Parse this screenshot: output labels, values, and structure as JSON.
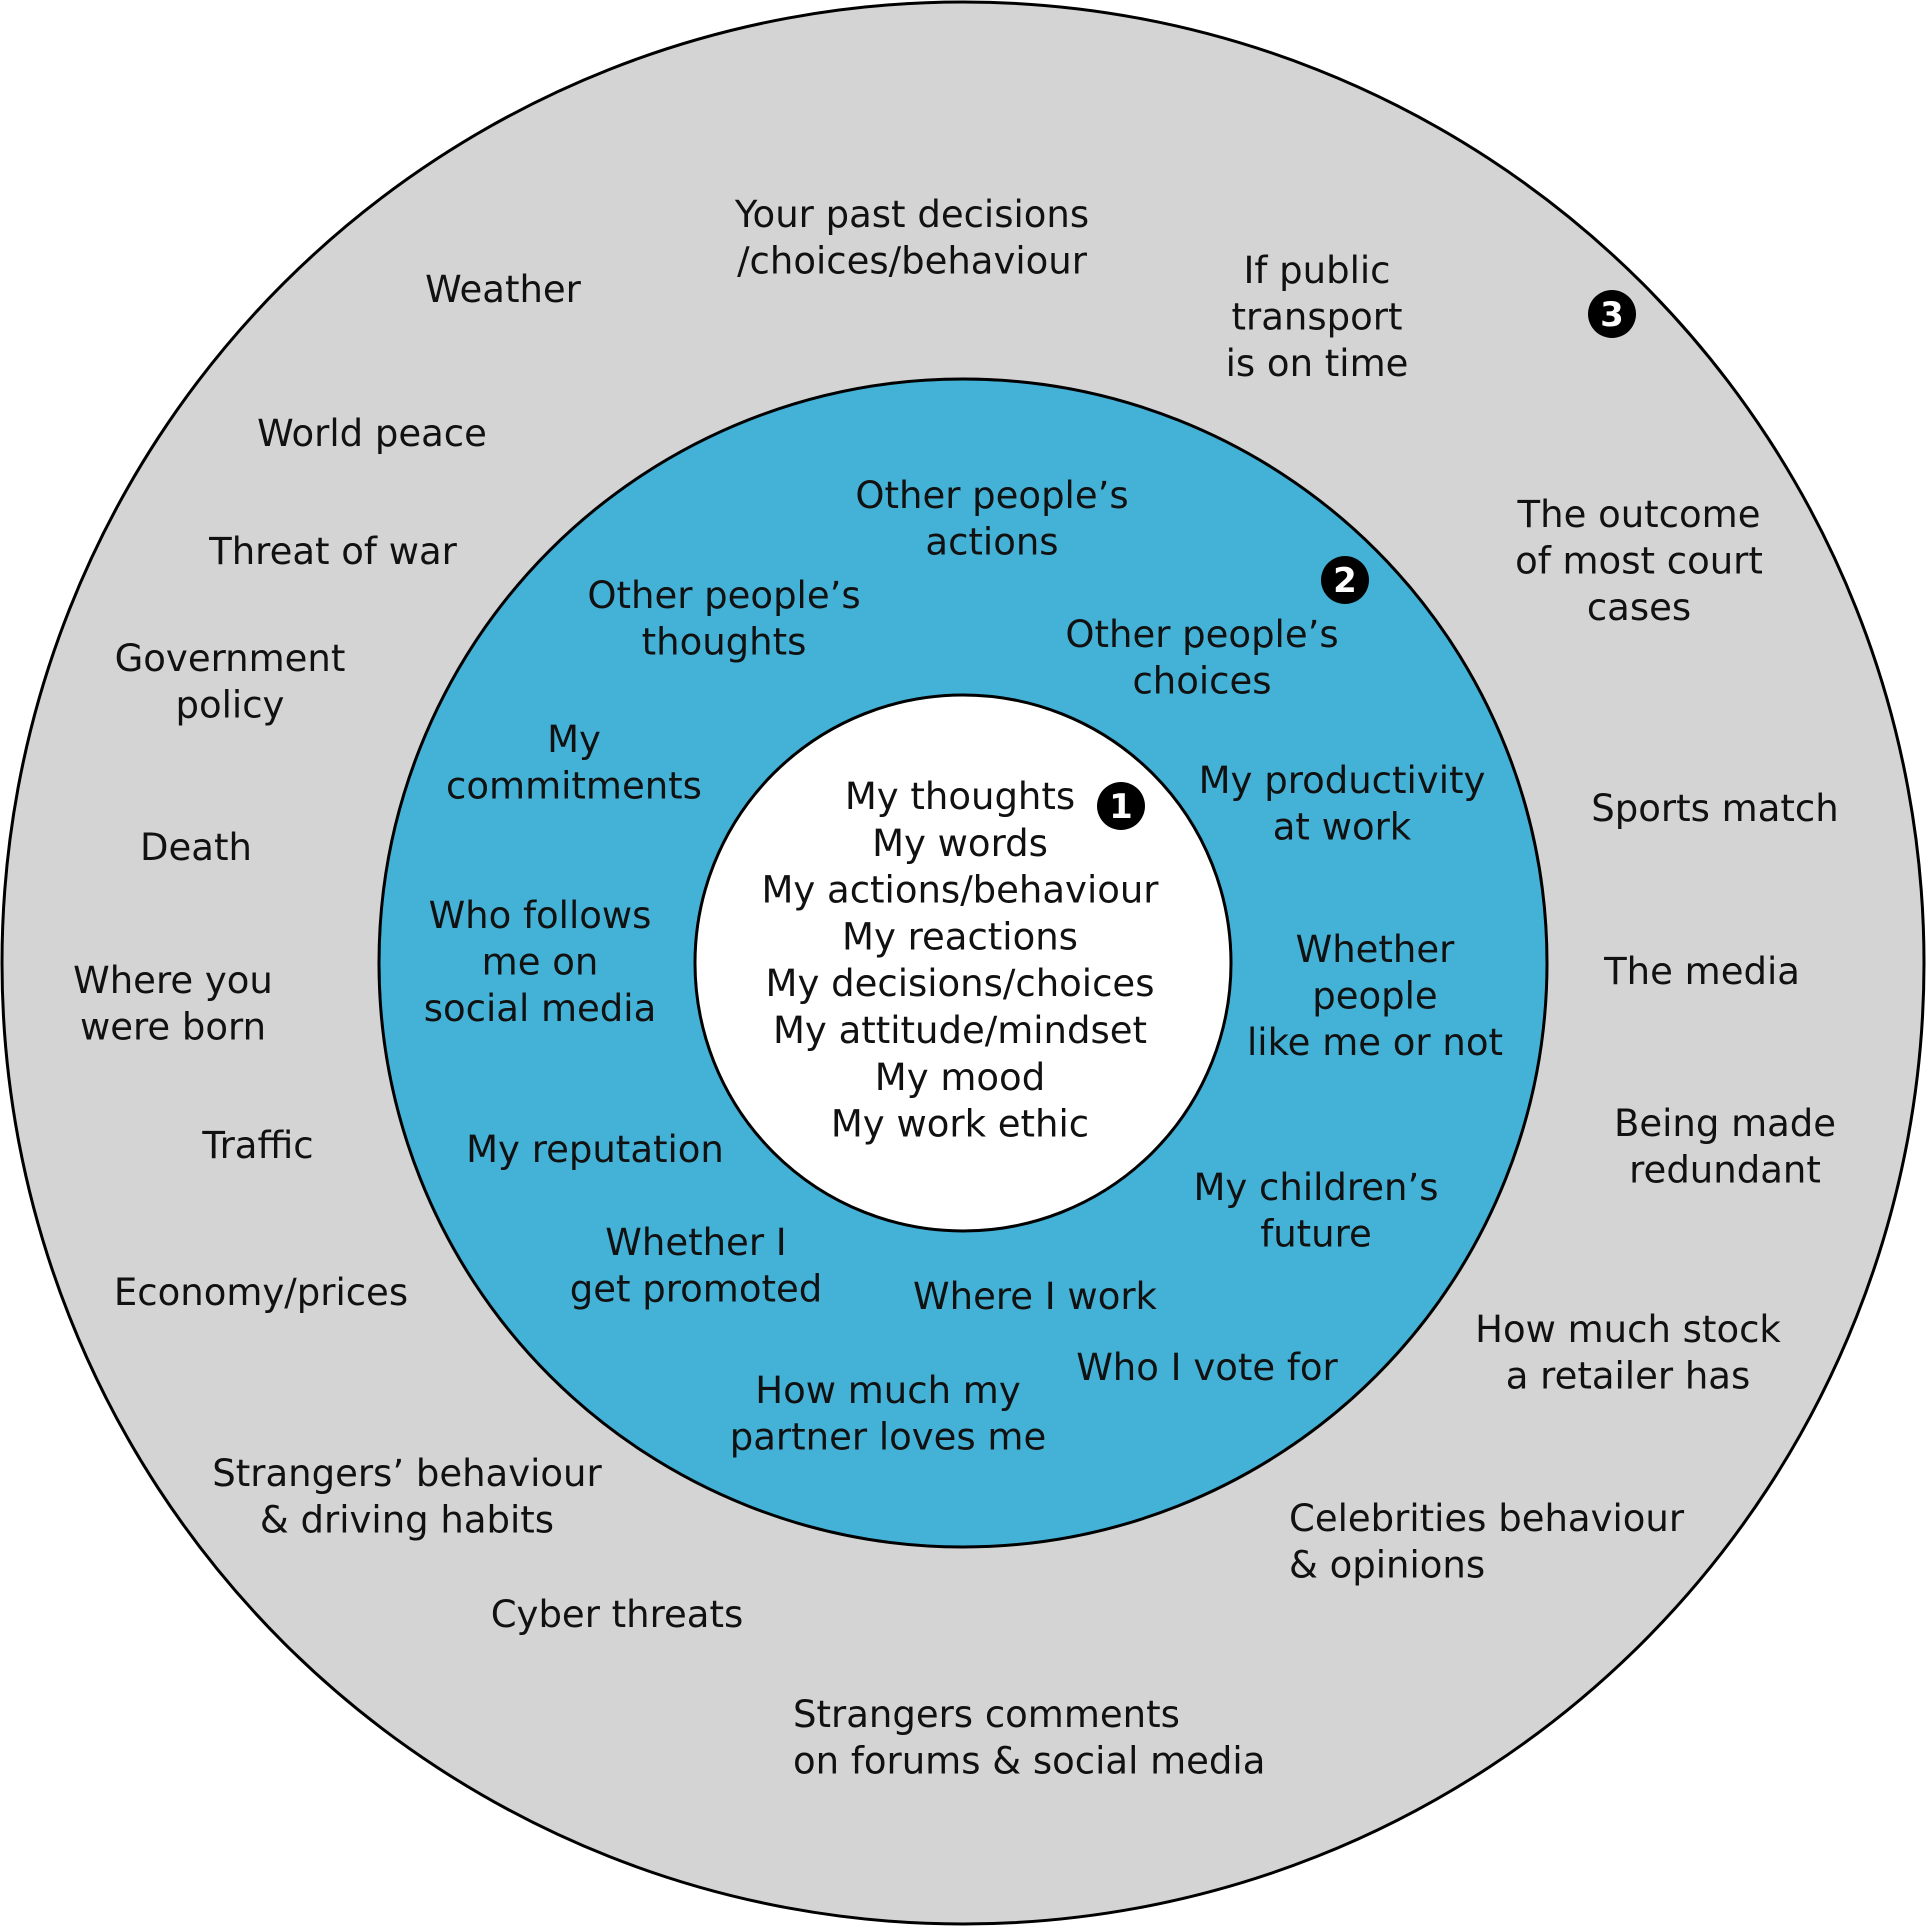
{
  "colors": {
    "outer_ring": "#d4d4d4",
    "middle_ring": "#44b1d6",
    "inner_circle": "#ffffff",
    "stroke": "#000000",
    "text": "#111111",
    "badge": "#000000"
  },
  "badges": {
    "inner": "1",
    "middle": "2",
    "outer": "3"
  },
  "inner": {
    "items": [
      "My thoughts",
      "My words",
      "My actions/behaviour",
      "My reactions",
      "My decisions/choices",
      "My attitude/mindset",
      "My mood",
      "My work ethic"
    ]
  },
  "middle": {
    "items": [
      {
        "lines": [
          "Other people’s",
          "actions"
        ]
      },
      {
        "lines": [
          "Other people’s",
          "thoughts"
        ]
      },
      {
        "lines": [
          "Other people’s",
          "choices"
        ]
      },
      {
        "lines": [
          "My",
          "commitments"
        ]
      },
      {
        "lines": [
          "My productivity",
          "at work"
        ]
      },
      {
        "lines": [
          "Who follows",
          "me on",
          "social media"
        ]
      },
      {
        "lines": [
          "Whether",
          "people",
          "like me or not"
        ]
      },
      {
        "lines": [
          "My reputation"
        ]
      },
      {
        "lines": [
          "My children’s",
          "future"
        ]
      },
      {
        "lines": [
          "Whether I",
          "get promoted"
        ]
      },
      {
        "lines": [
          "Where I work"
        ]
      },
      {
        "lines": [
          "Who I vote for"
        ]
      },
      {
        "lines": [
          "How much my",
          "partner loves me"
        ]
      }
    ]
  },
  "outer": {
    "items": [
      {
        "lines": [
          "Your past decisions",
          "/choices/behaviour"
        ]
      },
      {
        "lines": [
          "Weather"
        ]
      },
      {
        "lines": [
          "If public",
          "transport",
          "is on time"
        ]
      },
      {
        "lines": [
          "World peace"
        ]
      },
      {
        "lines": [
          "Threat of war"
        ]
      },
      {
        "lines": [
          "The outcome",
          "of most court",
          "cases"
        ]
      },
      {
        "lines": [
          "Government",
          "policy"
        ]
      },
      {
        "lines": [
          "Sports match"
        ]
      },
      {
        "lines": [
          "Death"
        ]
      },
      {
        "lines": [
          "The media"
        ]
      },
      {
        "lines": [
          "Where you",
          "were born"
        ]
      },
      {
        "lines": [
          "Being made",
          "redundant"
        ]
      },
      {
        "lines": [
          "Traffic"
        ]
      },
      {
        "lines": [
          "Economy/prices"
        ]
      },
      {
        "lines": [
          "How much stock",
          "a retailer has"
        ]
      },
      {
        "lines": [
          "Strangers’ behaviour",
          "& driving habits"
        ]
      },
      {
        "lines": [
          "Celebrities behaviour",
          "& opinions"
        ]
      },
      {
        "lines": [
          "Cyber threats"
        ]
      },
      {
        "lines": [
          "Strangers comments",
          "on forums & social media"
        ]
      }
    ]
  }
}
